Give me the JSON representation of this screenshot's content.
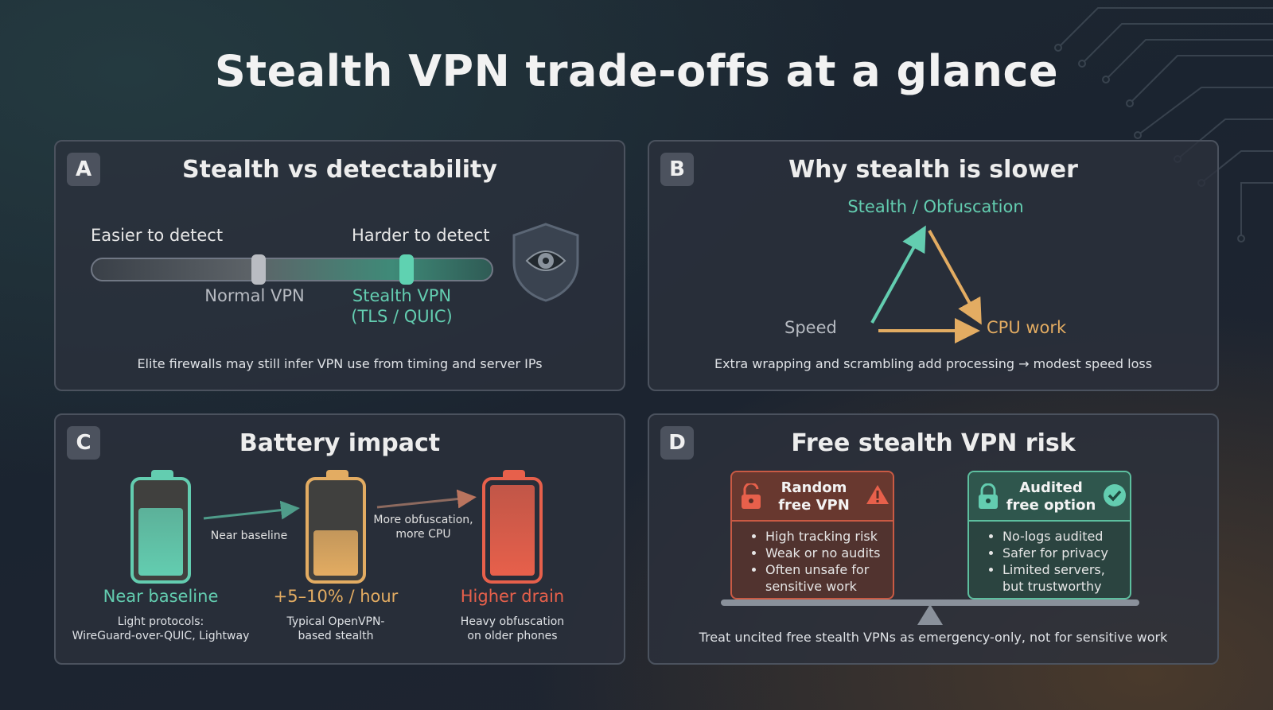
{
  "title": "Stealth VPN trade-offs at a glance",
  "colors": {
    "teal": "#63cdb0",
    "amber": "#e3ac62",
    "red": "#e7604b",
    "panel_border": "#4b525e",
    "badge_bg": "#4c525e"
  },
  "panel_a": {
    "badge": "A",
    "title": "Stealth vs detectability",
    "easier_label": "Easier to detect",
    "harder_label": "Harder to detect",
    "normal_label": "Normal VPN",
    "stealth_label_line1": "Stealth VPN",
    "stealth_label_line2": "(TLS / QUIC)",
    "caption": "Elite firewalls may still infer VPN use from timing and server IPs",
    "icon": "shield-eye-icon"
  },
  "panel_b": {
    "badge": "B",
    "title": "Why stealth is slower",
    "top_label": "Stealth / Obfuscation",
    "left_label": "Speed",
    "right_label": "CPU work",
    "caption": "Extra wrapping and scrambling add processing → modest speed loss"
  },
  "panel_c": {
    "badge": "C",
    "title": "Battery impact",
    "arrow1_label": "Near baseline",
    "arrow2_label_line1": "More obfuscation,",
    "arrow2_label_line2": "more CPU",
    "batteries": [
      {
        "level": 0.75,
        "color": "#63cdb0",
        "headline": "Near baseline",
        "sub1": "Light protocols:",
        "sub2": "WireGuard-over-QUIC, Lightway"
      },
      {
        "level": 0.5,
        "color": "#e3ac62",
        "headline": "+5–10% / hour",
        "sub1": "Typical OpenVPN-",
        "sub2": "based stealth"
      },
      {
        "level": 1.0,
        "color": "#e7604b",
        "headline": "Higher drain",
        "sub1": "Heavy obfuscation",
        "sub2": "on older phones"
      }
    ]
  },
  "panel_d": {
    "badge": "D",
    "title": "Free stealth VPN risk",
    "risky": {
      "title_line1": "Random",
      "title_line2": "free VPN",
      "items": [
        "High tracking risk",
        "Weak or no audits",
        "Often unsafe for",
        "sensitive work"
      ],
      "icon_left": "unlocked-padlock-icon",
      "icon_right": "warning-icon"
    },
    "safe": {
      "title_line1": "Audited",
      "title_line2": "free option",
      "items": [
        "No-logs audited",
        "Safer for privacy",
        "Limited servers,",
        "but trustworthy"
      ],
      "icon_left": "locked-padlock-icon",
      "icon_right": "check-circle-icon"
    },
    "caption": "Treat uncited free stealth VPNs as emergency-only, not for sensitive work"
  }
}
